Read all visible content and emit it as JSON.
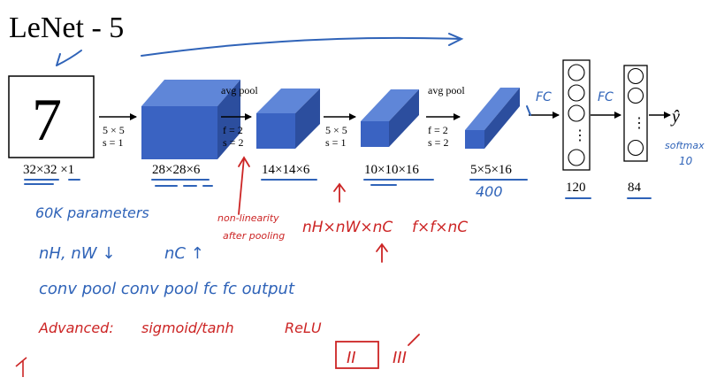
{
  "title": "LeNet - 5",
  "input": {
    "digit": "7",
    "dims": "32×32 ×1"
  },
  "layers": [
    {
      "dims": "28×28×6"
    },
    {
      "dims": "14×14×6"
    },
    {
      "dims": "10×10×16"
    },
    {
      "dims": "5×5×16"
    }
  ],
  "ops": [
    {
      "top": "",
      "line1": "5 × 5",
      "line2": "s = 1"
    },
    {
      "top": "avg pool",
      "line1": "f = 2",
      "line2": "s = 2"
    },
    {
      "top": "",
      "line1": "5 × 5",
      "line2": "s = 1"
    },
    {
      "top": "avg pool",
      "line1": "f = 2",
      "line2": "s = 2"
    }
  ],
  "fc_layers": [
    {
      "size": "120",
      "arrow_label": "FC"
    },
    {
      "size": "84",
      "arrow_label": "FC"
    }
  ],
  "node_ellipsis": "⋮",
  "output": {
    "symbol": "ŷ",
    "note1": "softmax",
    "note2": "10"
  },
  "annotations": {
    "flat_count": "400",
    "params": "60K parameters",
    "nh_nw": "nH, nW ↓",
    "nc": "nC ↑",
    "pattern": "conv pool conv pool fc fc output",
    "advanced": "Advanced:",
    "activations": "sigmoid/tanh",
    "relu": "ReLU",
    "nonlinearity": "non-linearity",
    "after_pooling": "after pooling",
    "channel_formula": "nH×nW×nC",
    "filter_formula": "f×f×nC",
    "roman2": "II",
    "roman3": "III"
  },
  "colors": {
    "block_front": "#3a63c2",
    "block_top": "#5f86d8",
    "block_side": "#2c4e9e",
    "blue_ink": "#2f63b8",
    "red_ink": "#cc2525"
  }
}
